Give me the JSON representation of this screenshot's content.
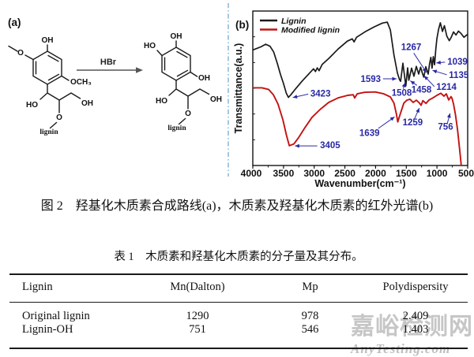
{
  "panel_a": {
    "label": "(a)",
    "arrow_label": "HBr",
    "left_atoms": [
      "OH",
      "O",
      "OCH₃",
      "HO",
      "OH",
      "O",
      "lignin"
    ],
    "right_atoms": [
      "OH",
      "HO",
      "OH",
      "HO",
      "OH",
      "O",
      "lignin"
    ]
  },
  "panel_b": {
    "label": "(b)"
  },
  "chart_data": {
    "type": "line",
    "title": "",
    "xlabel": "Wavenumber(cm⁻¹)",
    "ylabel": "Transmittance(a.u.)",
    "xlim": [
      4000,
      500
    ],
    "x_reversed": true,
    "grid": false,
    "legend_position": "top-left",
    "x_ticks": [
      4000,
      3500,
      3000,
      2500,
      2000,
      1500,
      1000,
      500
    ],
    "x_tick_labels": [
      "4000",
      "3500",
      "3000",
      "2500",
      "2000",
      "1500",
      "1000",
      "500"
    ],
    "annotation_color": "#2929a3",
    "series": [
      {
        "name": "Lignin",
        "color": "#1a1a1a",
        "width": 1.7,
        "points": [
          [
            4000,
            0.748
          ],
          [
            3870,
            0.768
          ],
          [
            3790,
            0.785
          ],
          [
            3720,
            0.772
          ],
          [
            3660,
            0.735
          ],
          [
            3600,
            0.66
          ],
          [
            3550,
            0.59
          ],
          [
            3500,
            0.53
          ],
          [
            3455,
            0.468
          ],
          [
            3420,
            0.441
          ],
          [
            3380,
            0.458
          ],
          [
            3300,
            0.498
          ],
          [
            3200,
            0.545
          ],
          [
            3100,
            0.588
          ],
          [
            3010,
            0.626
          ],
          [
            2980,
            0.608
          ],
          [
            2950,
            0.632
          ],
          [
            2920,
            0.614
          ],
          [
            2870,
            0.654
          ],
          [
            2760,
            0.694
          ],
          [
            2610,
            0.754
          ],
          [
            2460,
            0.805
          ],
          [
            2380,
            0.82
          ],
          [
            2350,
            0.8
          ],
          [
            2310,
            0.83
          ],
          [
            2170,
            0.866
          ],
          [
            2020,
            0.898
          ],
          [
            1890,
            0.922
          ],
          [
            1810,
            0.928
          ],
          [
            1760,
            0.878
          ],
          [
            1700,
            0.715
          ],
          [
            1645,
            0.6
          ],
          [
            1610,
            0.556
          ],
          [
            1593,
            0.545
          ],
          [
            1555,
            0.662
          ],
          [
            1508,
            0.515
          ],
          [
            1478,
            0.632
          ],
          [
            1458,
            0.552
          ],
          [
            1414,
            0.63
          ],
          [
            1375,
            0.578
          ],
          [
            1337,
            0.642
          ],
          [
            1298,
            0.592
          ],
          [
            1267,
            0.636
          ],
          [
            1240,
            0.6
          ],
          [
            1214,
            0.572
          ],
          [
            1182,
            0.64
          ],
          [
            1144,
            0.592
          ],
          [
            1120,
            0.66
          ],
          [
            1100,
            0.7
          ],
          [
            1080,
            0.63
          ],
          [
            1060,
            0.705
          ],
          [
            1039,
            0.652
          ],
          [
            1020,
            0.75
          ],
          [
            1002,
            0.82
          ],
          [
            975,
            0.88
          ],
          [
            945,
            0.924
          ],
          [
            910,
            0.868
          ],
          [
            880,
            0.905
          ],
          [
            840,
            0.838
          ],
          [
            800,
            0.808
          ],
          [
            770,
            0.828
          ],
          [
            730,
            0.865
          ],
          [
            690,
            0.845
          ],
          [
            650,
            0.87
          ],
          [
            610,
            0.855
          ],
          [
            560,
            0.83
          ],
          [
            500,
            0.85
          ]
        ]
      },
      {
        "name": "Modified lignin",
        "color": "#c41212",
        "width": 1.9,
        "points": [
          [
            4000,
            0.503
          ],
          [
            3850,
            0.503
          ],
          [
            3740,
            0.492
          ],
          [
            3665,
            0.458
          ],
          [
            3590,
            0.398
          ],
          [
            3510,
            0.296
          ],
          [
            3450,
            0.194
          ],
          [
            3405,
            0.128
          ],
          [
            3330,
            0.14
          ],
          [
            3255,
            0.18
          ],
          [
            3150,
            0.246
          ],
          [
            3035,
            0.312
          ],
          [
            2905,
            0.362
          ],
          [
            2765,
            0.408
          ],
          [
            2610,
            0.438
          ],
          [
            2455,
            0.454
          ],
          [
            2365,
            0.458
          ],
          [
            2340,
            0.437
          ],
          [
            2300,
            0.464
          ],
          [
            2175,
            0.474
          ],
          [
            2005,
            0.476
          ],
          [
            1865,
            0.464
          ],
          [
            1760,
            0.444
          ],
          [
            1700,
            0.404
          ],
          [
            1660,
            0.33
          ],
          [
            1639,
            0.282
          ],
          [
            1595,
            0.337
          ],
          [
            1540,
            0.404
          ],
          [
            1490,
            0.423
          ],
          [
            1440,
            0.429
          ],
          [
            1388,
            0.408
          ],
          [
            1337,
            0.423
          ],
          [
            1285,
            0.404
          ],
          [
            1259,
            0.39
          ],
          [
            1230,
            0.42
          ],
          [
            1180,
            0.402
          ],
          [
            1130,
            0.424
          ],
          [
            1066,
            0.438
          ],
          [
            1002,
            0.454
          ],
          [
            938,
            0.468
          ],
          [
            886,
            0.449
          ],
          [
            848,
            0.464
          ],
          [
            809,
            0.424
          ],
          [
            771,
            0.446
          ],
          [
            756,
            0.436
          ],
          [
            730,
            0.398
          ],
          [
            700,
            0.33
          ],
          [
            665,
            0.23
          ],
          [
            635,
            0.12
          ],
          [
            612,
            0.03
          ],
          [
            592,
            -0.06
          ]
        ]
      }
    ],
    "peak_labels": {
      "Lignin": [
        3423,
        1593,
        1508,
        1458,
        1267,
        1214,
        1135,
        1039
      ],
      "Modified lignin": [
        3405,
        1639,
        1259,
        756
      ]
    },
    "annotations": [
      {
        "text": "3423",
        "series": "Lignin",
        "anchor": "start",
        "tx": 0.268,
        "ty": 0.553,
        "x1": 0.258,
        "y1": 0.538,
        "x2": 0.186,
        "y2": 0.56
      },
      {
        "text": "1593",
        "series": "Lignin",
        "anchor": "end",
        "tx": 0.596,
        "ty": 0.458,
        "x1": 0.606,
        "y1": 0.439,
        "x2": 0.669,
        "y2": 0.439
      },
      {
        "text": "1508",
        "series": "Lignin",
        "anchor": "middle",
        "tx": 0.693,
        "ty": 0.549,
        "x1": 0.7,
        "y1": 0.503,
        "x2": 0.709,
        "y2": 0.464
      },
      {
        "text": "1458",
        "series": "Lignin",
        "anchor": "middle",
        "tx": 0.785,
        "ty": 0.527,
        "x1": 0.764,
        "y1": 0.481,
        "x2": 0.733,
        "y2": 0.452
      },
      {
        "text": "1267",
        "series": "Lignin",
        "anchor": "middle",
        "tx": 0.737,
        "ty": 0.253,
        "x1": 0.749,
        "y1": 0.272,
        "x2": 0.808,
        "y2": 0.398
      },
      {
        "text": "1039",
        "series": "Lignin",
        "anchor": "start",
        "tx": 0.905,
        "ty": 0.347,
        "x1": 0.895,
        "y1": 0.331,
        "x2": 0.854,
        "y2": 0.336
      },
      {
        "text": "1135",
        "series": "Lignin",
        "anchor": "start",
        "tx": 0.913,
        "ty": 0.434,
        "x1": 0.903,
        "y1": 0.412,
        "x2": 0.836,
        "y2": 0.384
      },
      {
        "text": "1214",
        "series": "Lignin",
        "anchor": "start",
        "tx": 0.854,
        "ty": 0.511,
        "x1": 0.845,
        "y1": 0.489,
        "x2": 0.797,
        "y2": 0.419
      },
      {
        "text": "3405",
        "series": "Modified lignin",
        "anchor": "start",
        "tx": 0.313,
        "ty": 0.888,
        "x1": 0.3,
        "y1": 0.873,
        "x2": 0.196,
        "y2": 0.873
      },
      {
        "text": "1639",
        "series": "Modified lignin",
        "anchor": "end",
        "tx": 0.59,
        "ty": 0.808,
        "x1": 0.584,
        "y1": 0.76,
        "x2": 0.66,
        "y2": 0.685
      },
      {
        "text": "1259",
        "series": "Modified lignin",
        "anchor": "middle",
        "tx": 0.744,
        "ty": 0.741,
        "x1": 0.752,
        "y1": 0.7,
        "x2": 0.775,
        "y2": 0.628
      },
      {
        "text": "756",
        "series": "Modified lignin",
        "anchor": "middle",
        "tx": 0.897,
        "ty": 0.768,
        "x1": 0.904,
        "y1": 0.734,
        "x2": 0.918,
        "y2": 0.662
      }
    ]
  },
  "caption": "图 2　羟基化木质素合成路线(a)，木质素及羟基化木质素的红外光谱(b)",
  "table": {
    "title": "表 1　木质素和羟基化木质素的分子量及其分布。",
    "headers": [
      "Lignin",
      "Mn(Dalton)",
      "Mp",
      "Polydispersity"
    ],
    "rows": [
      {
        "name": "Original lignin",
        "mn": "1290",
        "mp": "978",
        "pd": "2.409"
      },
      {
        "name": "Lignin-OH",
        "mn": "751",
        "mp": "546",
        "pd": "1.403"
      }
    ]
  },
  "watermark": {
    "cn": "嘉峪检测网",
    "en": "AnyTesting.com"
  }
}
